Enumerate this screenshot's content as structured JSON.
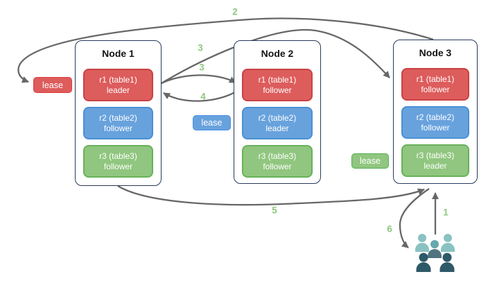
{
  "nodes": [
    {
      "title": "Node 1",
      "replicas": [
        {
          "name": "r1 (table1)",
          "role": "leader",
          "color": "#dd5c5c"
        },
        {
          "name": "r2 (table2)",
          "role": "follower",
          "color": "#68a2dd"
        },
        {
          "name": "r3 (table3)",
          "role": "follower",
          "color": "#90c67f"
        }
      ]
    },
    {
      "title": "Node 2",
      "replicas": [
        {
          "name": "r1 (table1)",
          "role": "follower",
          "color": "#dd5c5c"
        },
        {
          "name": "r2 (table2)",
          "role": "leader",
          "color": "#68a2dd"
        },
        {
          "name": "r3 (table3)",
          "role": "follower",
          "color": "#90c67f"
        }
      ]
    },
    {
      "title": "Node 3",
      "replicas": [
        {
          "name": "r1 (table1)",
          "role": "follower",
          "color": "#dd5c5c"
        },
        {
          "name": "r2 (table2)",
          "role": "follower",
          "color": "#68a2dd"
        },
        {
          "name": "r3 (table3)",
          "role": "leader",
          "color": "#90c67f"
        }
      ]
    }
  ],
  "leases": [
    {
      "label": "lease",
      "color": "#dd5c5c",
      "position": "left of Node 1"
    },
    {
      "label": "lease",
      "color": "#68a2dd",
      "position": "between Node 1 and Node 2"
    },
    {
      "label": "lease",
      "color": "#90c67f",
      "position": "between Node 2 and Node 3"
    }
  ],
  "arrows": [
    {
      "label": "2",
      "from": "Node 3 top",
      "to": "red lease label"
    },
    {
      "label": "3",
      "from": "Node 1 r1 leader",
      "to": "Node 3 r1 follower"
    },
    {
      "label": "3",
      "from": "Node 1 r1 leader",
      "to": "Node 2 r1 follower"
    },
    {
      "label": "4",
      "from": "Node 2 r1 follower",
      "to": "Node 1 r1 leader"
    },
    {
      "label": "5",
      "from": "Node 1 bottom",
      "to": "Node 3 bottom"
    },
    {
      "label": "6",
      "from": "Node 3 bottom",
      "to": "clients"
    },
    {
      "label": "1",
      "from": "clients",
      "to": "Node 3 bottom"
    }
  ],
  "clients": {
    "icon": "users-group-icon"
  },
  "colors": {
    "node_border": "#26395c",
    "arrow": "#676767",
    "arrow_label": "#8cc87e",
    "users_light_teal": "#8ac2c2",
    "users_mid_teal_head": "#66a8ad",
    "users_mid_slate_body": "#50747f",
    "users_dark_slate": "#2e5968"
  }
}
